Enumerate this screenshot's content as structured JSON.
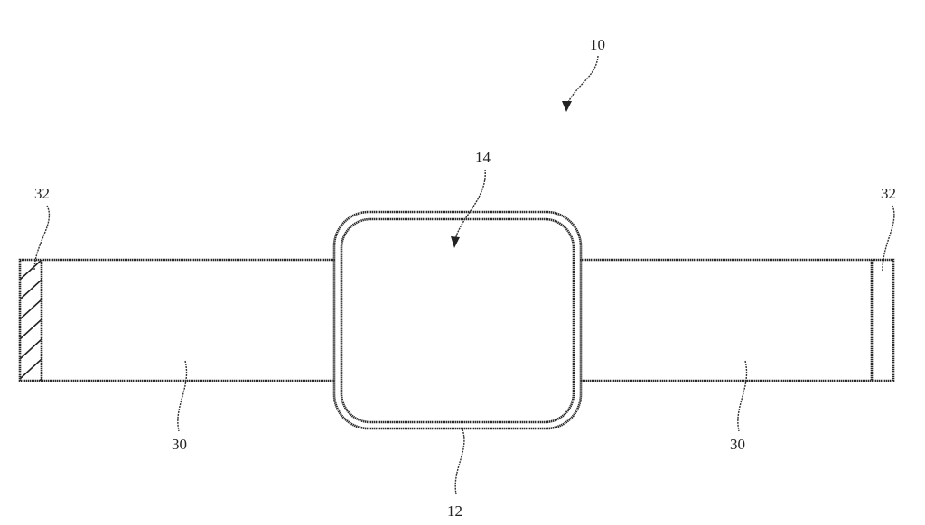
{
  "figure": {
    "labels": {
      "device": "10",
      "housing": "12",
      "display": "14",
      "band_left": "30",
      "band_right": "30",
      "band_end_left": "32",
      "band_end_right": "32"
    }
  }
}
